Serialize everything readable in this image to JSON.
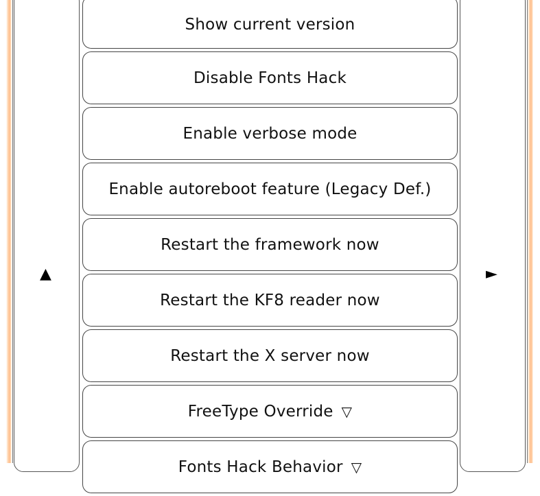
{
  "navigation": {
    "prev_symbol": "▲",
    "next_symbol": "►"
  },
  "menu": {
    "items": [
      {
        "label": "Show current version",
        "caret": ""
      },
      {
        "label": "Disable Fonts Hack",
        "caret": ""
      },
      {
        "label": "Enable verbose mode",
        "caret": ""
      },
      {
        "label": "Enable autoreboot feature (Legacy Def.)",
        "caret": ""
      },
      {
        "label": "Restart the framework now",
        "caret": ""
      },
      {
        "label": "Restart the KF8 reader now",
        "caret": ""
      },
      {
        "label": "Restart the X server now",
        "caret": ""
      },
      {
        "label": "FreeType Override",
        "caret": "▽"
      },
      {
        "label": "Fonts Hack Behavior",
        "caret": "▽"
      }
    ]
  },
  "colors": {
    "frame_accent": "#ffbe8c",
    "border": "#444444"
  }
}
